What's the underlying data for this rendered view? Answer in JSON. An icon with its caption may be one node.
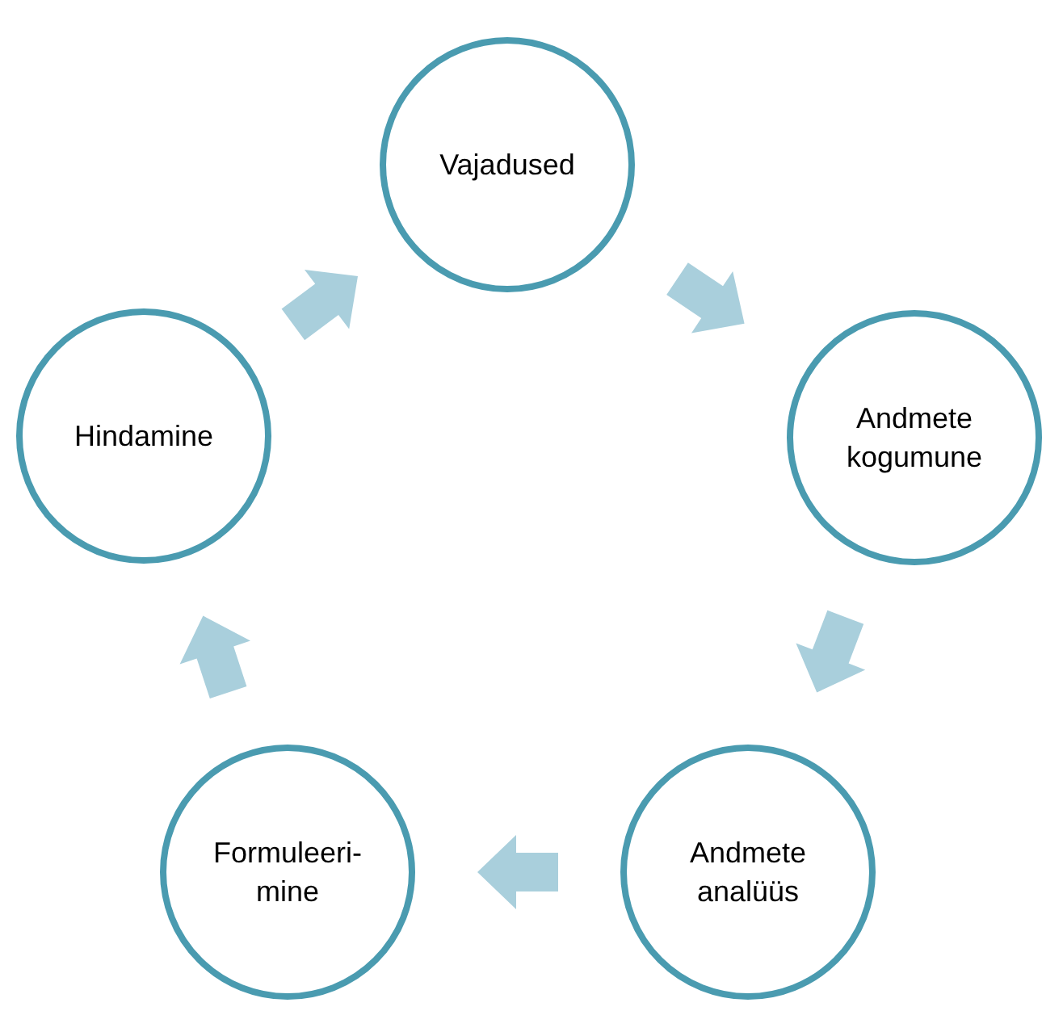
{
  "diagram": {
    "nodes": [
      {
        "text": [
          "Vajadused"
        ]
      },
      {
        "text": [
          "Andmete kogumune"
        ]
      },
      {
        "text": [
          "Andmete analüüs"
        ]
      },
      {
        "text": [
          "Formuleeri-mine"
        ]
      },
      {
        "text": [
          "Hindamine"
        ]
      }
    ],
    "edges": [
      {
        "from": 0,
        "to": 1,
        "arrow": "to"
      },
      {
        "from": 1,
        "to": 2,
        "arrow": "to"
      },
      {
        "from": 2,
        "to": 3,
        "arrow": "to"
      },
      {
        "from": 3,
        "to": 4,
        "arrow": "to"
      },
      {
        "from": 4,
        "to": 0,
        "arrow": "to"
      }
    ]
  }
}
